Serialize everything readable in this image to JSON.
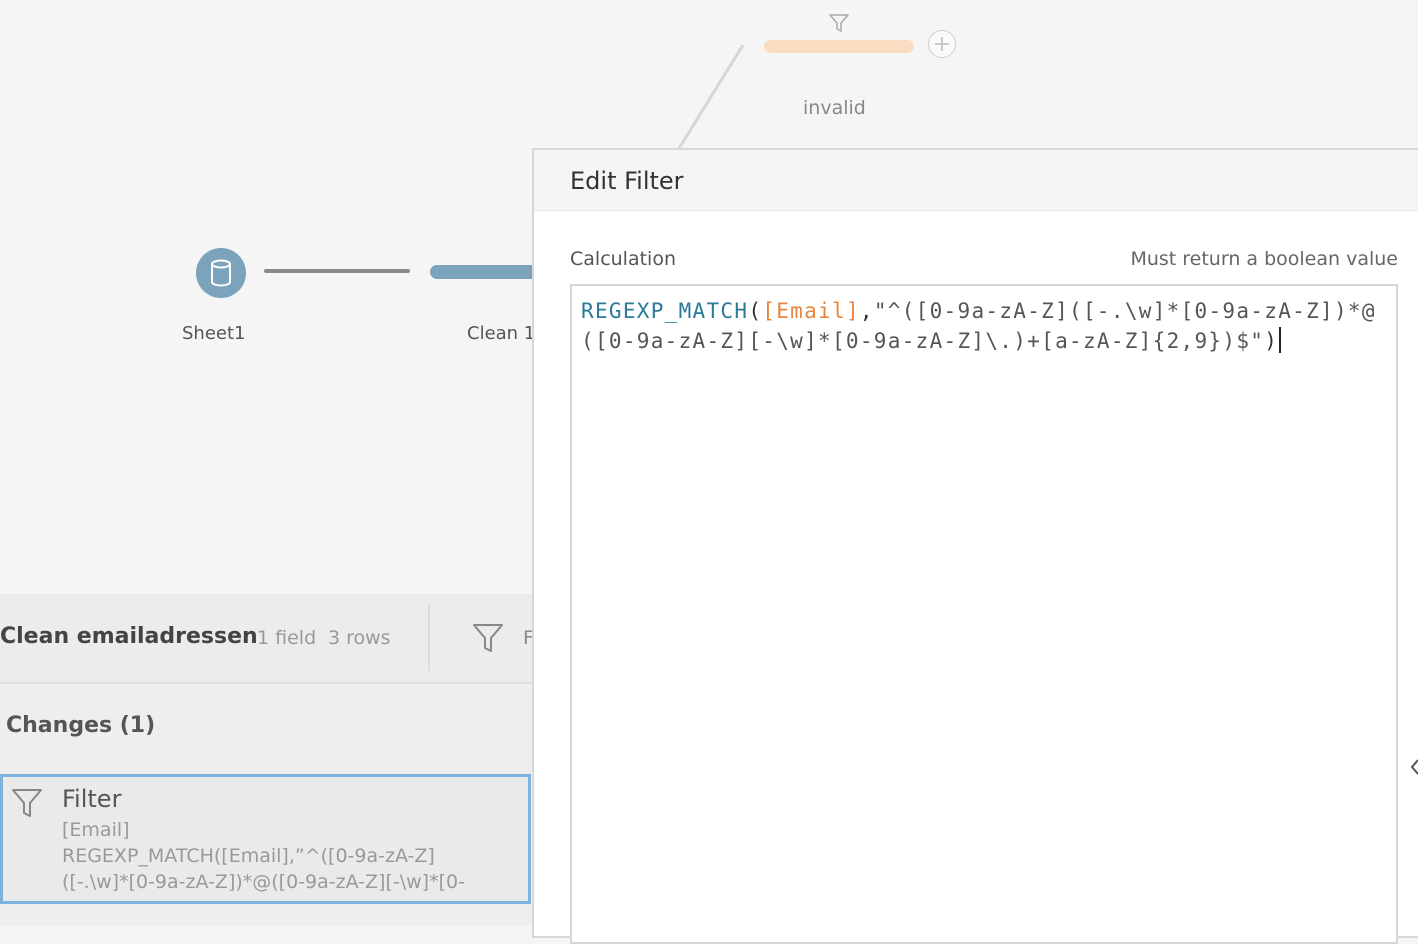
{
  "flow": {
    "input_node_label": "Sheet1",
    "clean_node_label": "Clean 1",
    "output_node_label": "invalid",
    "colors": {
      "input": "#7ba3bc",
      "invalid_bar": "#fadcc2",
      "clean_bar": "#7ba3bc"
    }
  },
  "step_panel": {
    "name": "Clean emailadressen",
    "field_count": "1 field",
    "row_count": "3 rows",
    "toolbar_partial_label": "F"
  },
  "changes": {
    "title": "Changes (1)",
    "items": [
      {
        "type": "Filter",
        "description": "[Email]\nREGEXP_MATCH([Email],”^([0-9a-zA-Z]\n([-.\\w]*[0-9a-zA-Z])*@([0-9a-zA-Z][-\\w]*[0-"
      }
    ]
  },
  "edit_filter": {
    "title": "Edit Filter",
    "calculation_label": "Calculation",
    "hint": "Must return a boolean value",
    "formula": {
      "function": "REGEXP_MATCH",
      "open_paren": "(",
      "field": "[Email]",
      "comma": ",",
      "string": "\"^([0-9a-zA-Z]([-.\\w]*[0-9a-zA-Z])*@([0-9a-zA-Z][-\\w]*[0-9a-zA-Z]\\.)+[a-zA-Z]{2,9})$\"",
      "close_paren": ")"
    }
  }
}
